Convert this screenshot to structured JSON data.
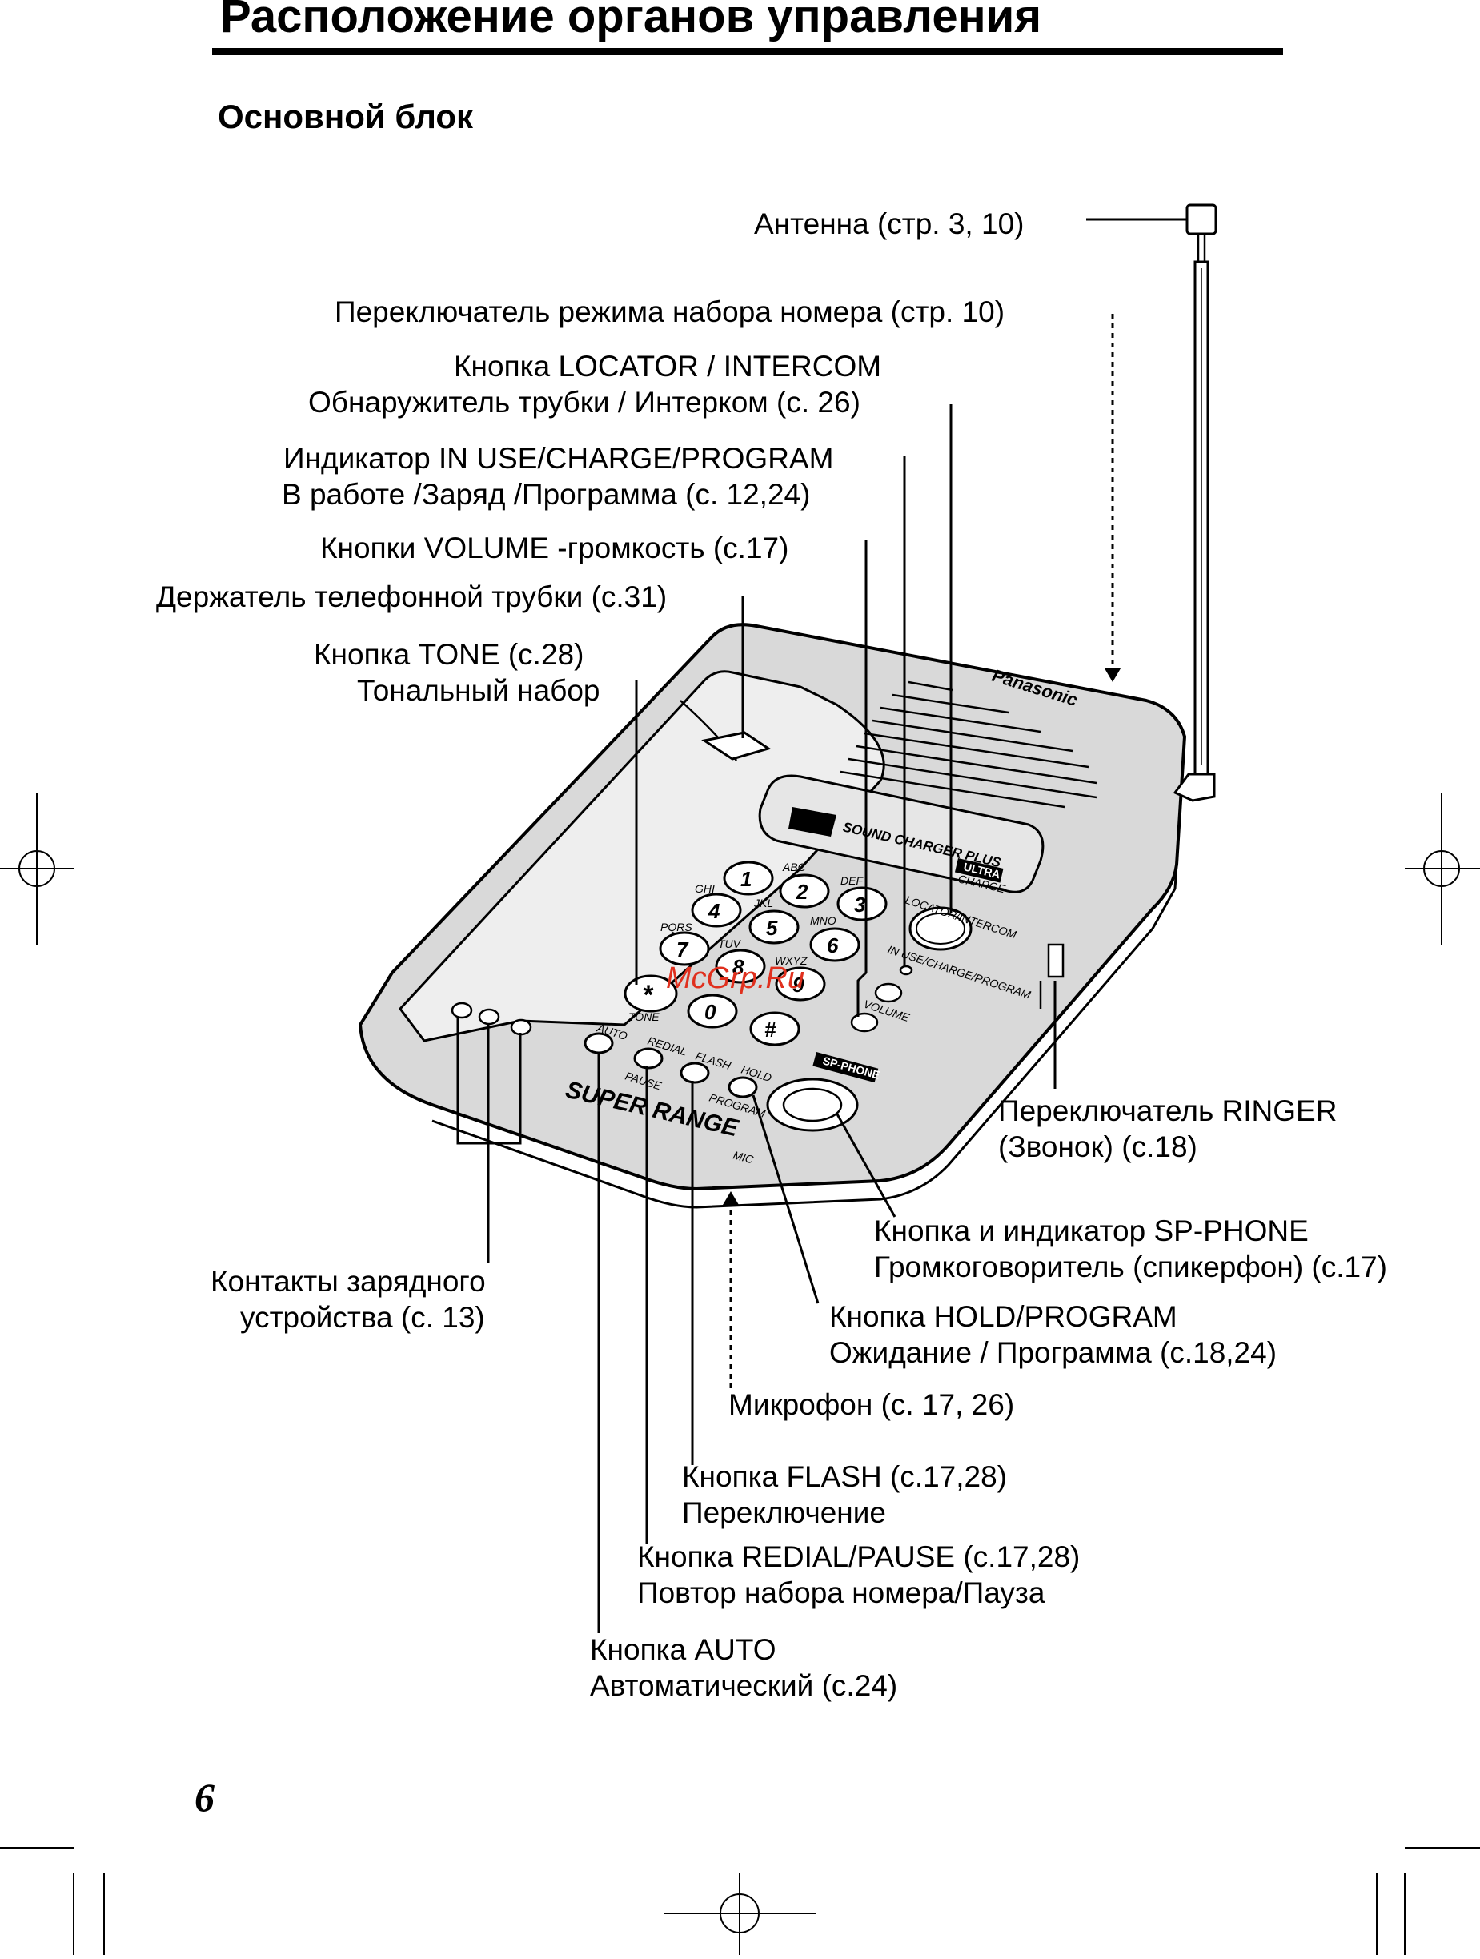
{
  "header": {
    "title": "Расположение органов управления",
    "subtitle": "Основной блок"
  },
  "labels": {
    "antenna": "Антенна (стр. 3, 10)",
    "dial_mode": "Переключатель режима набора номера (стр. 10)",
    "locator_1": "Кнопка LOCATOR / INTERCOM",
    "locator_2": "Обнаружитель трубки / Интерком (с. 26)",
    "indicator_1": "Индикатор IN USE/CHARGE/PROGRAM",
    "indicator_2": "В работе /Заряд /Программа (с. 12,24)",
    "volume": "Кнопки VOLUME -громкость (с.17)",
    "holder": "Держатель телефонной трубки (с.31)",
    "tone_1": "Кнопка TONE (с.28)",
    "tone_2": "Тональный набор",
    "ringer_1": "Переключатель RINGER",
    "ringer_2": "(Звонок) (с.18)",
    "contacts_1": "Контакты зарядного",
    "contacts_2": "устройства (с. 13)",
    "spphone_1": "Кнопка и индикатор SP-PHONE",
    "spphone_2": "Громкоговоритель (спикерфон) (с.17)",
    "hold_1": "Кнопка HOLD/PROGRAM",
    "hold_2": "Ожидание / Программа (с.18,24)",
    "mic": "Микрофон (с. 17, 26)",
    "flash_1": "Кнопка FLASH (с.17,28)",
    "flash_2": "Переключение",
    "redial_1": "Кнопка REDIAL/PAUSE (с.17,28)",
    "redial_2": "Повтор набора номера/Пауза",
    "auto_1": "Кнопка AUTO",
    "auto_2": "Автоматический (с.24)"
  },
  "device": {
    "brand": "Panasonic",
    "sound_charger": "SOUND CHARGER PLUS",
    "ultra": "ULTRA",
    "ultra_sub": "CHARGE",
    "super_range": "SUPER RANGE",
    "sp_phone": "SP-PHONE",
    "locator_key": "LOCATOR/INTERCOM",
    "in_use": "IN USE/CHARGE/PROGRAM",
    "volume_key": "VOLUME",
    "tone_key": "TONE",
    "mic_key": "MIC",
    "auto_key": "AUTO",
    "redial_key": "REDIAL",
    "pause_key": "PAUSE",
    "flash_key": "FLASH",
    "hold_key": "HOLD",
    "program_key": "PROGRAM",
    "keys": [
      "1",
      "2",
      "3",
      "4",
      "5",
      "6",
      "7",
      "8",
      "9",
      "*",
      "0",
      "#"
    ],
    "key_letters": [
      "ABC",
      "DEF",
      "GHI",
      "JKL",
      "MNO",
      "PQRS",
      "TUV",
      "WXYZ"
    ]
  },
  "watermark": "McGrp.Ru",
  "page_number": "6"
}
